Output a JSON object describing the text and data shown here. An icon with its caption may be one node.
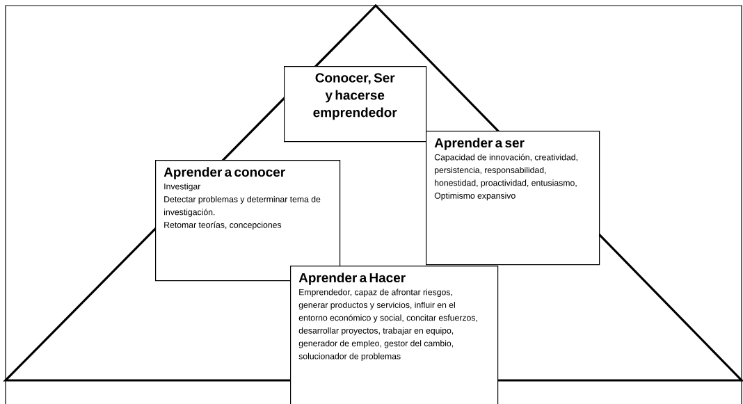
{
  "diagram": {
    "nodes": [
      {
        "text": [
          "Conocer, Ser y hacerse emprendedor"
        ]
      },
      {
        "text": [
          "Aprender a conocer",
          "Investigar",
          "Detectar problemas y determinar tema de investigación.",
          "Retomar teorías, concepciones"
        ]
      },
      {
        "text": [
          "Aprender a ser",
          "Capacidad de innovación, creatividad, persistencia, responsabilidad, honestidad, proactividad, entusiasmo, Optimismo expansivo"
        ]
      },
      {
        "text": [
          "Aprender a Hacer",
          "Emprendedor, capaz de afrontar riesgos, generar productos y servicios, influir en el entorno económico y social, concitar esfuerzos, desarrollar proyectos, trabajar en equipo, generador de empleo, gestor del cambio, solucionador de problemas"
        ]
      }
    ],
    "edges": []
  }
}
